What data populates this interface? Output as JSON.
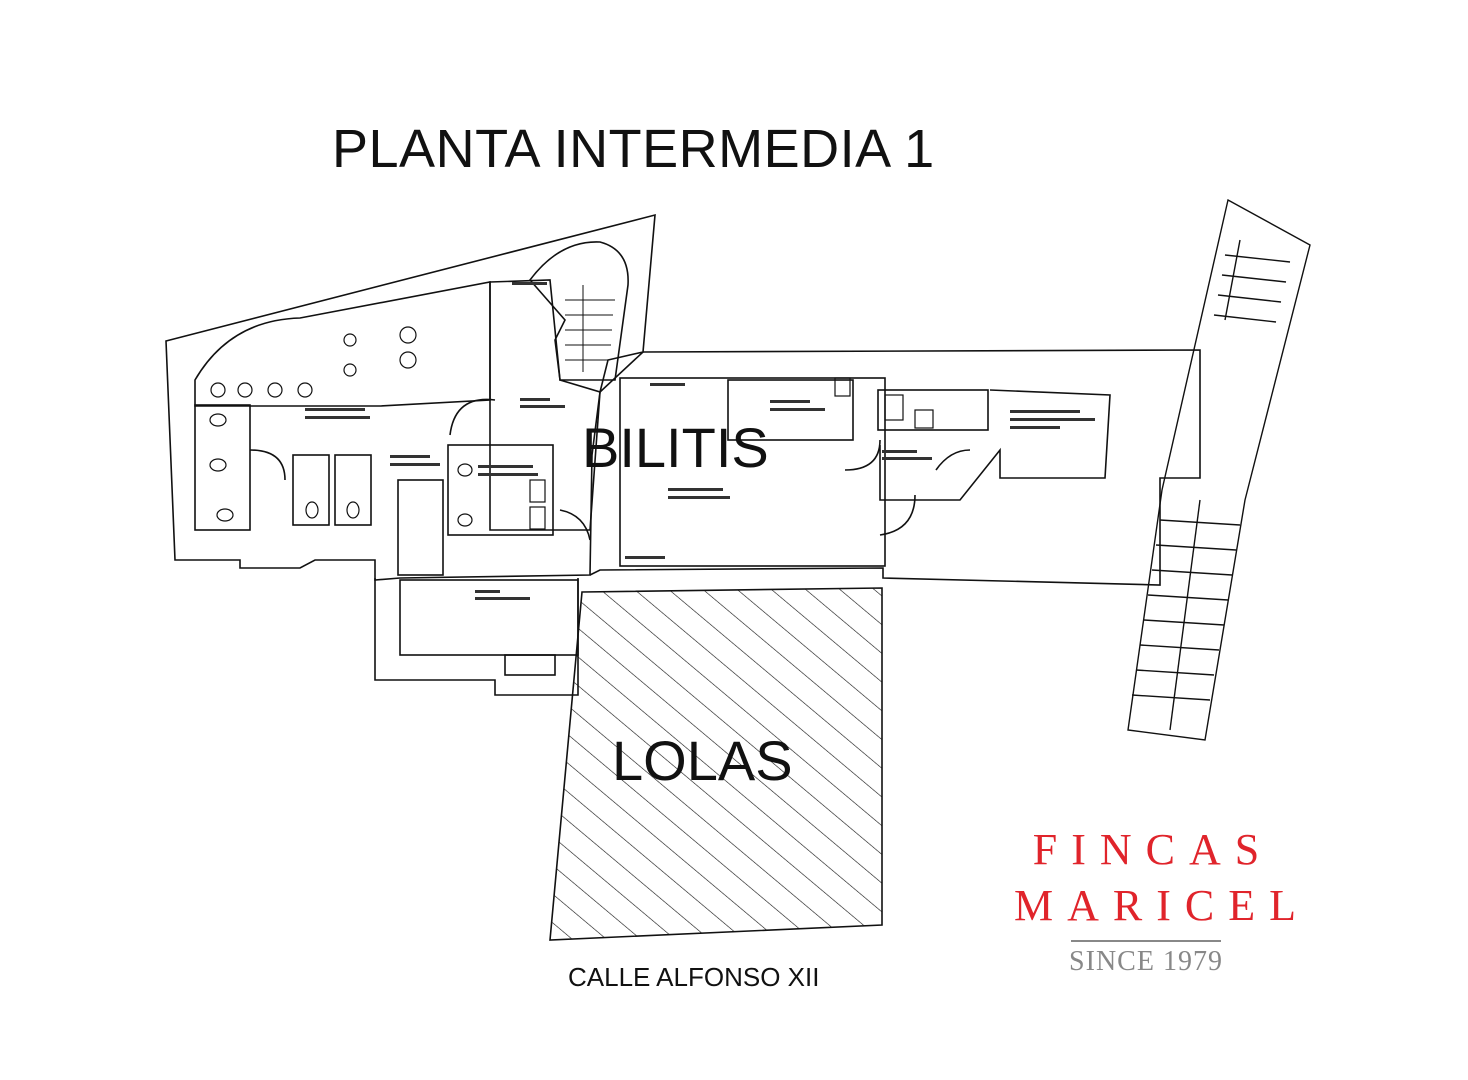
{
  "plan": {
    "title": "PLANTA INTERMEDIA 1",
    "street": "CALLE ALFONSO XII",
    "premises": {
      "bilitis": "BILITIS",
      "lolas": "LOLAS"
    }
  },
  "logo": {
    "line1": "FINCAS",
    "line2": "MARICEL",
    "line3": "SINCE 1979",
    "color": "#e0242b"
  },
  "colors": {
    "ink": "#111111",
    "background": "#ffffff",
    "brand_red": "#e0242b",
    "brand_grey": "#888888"
  }
}
